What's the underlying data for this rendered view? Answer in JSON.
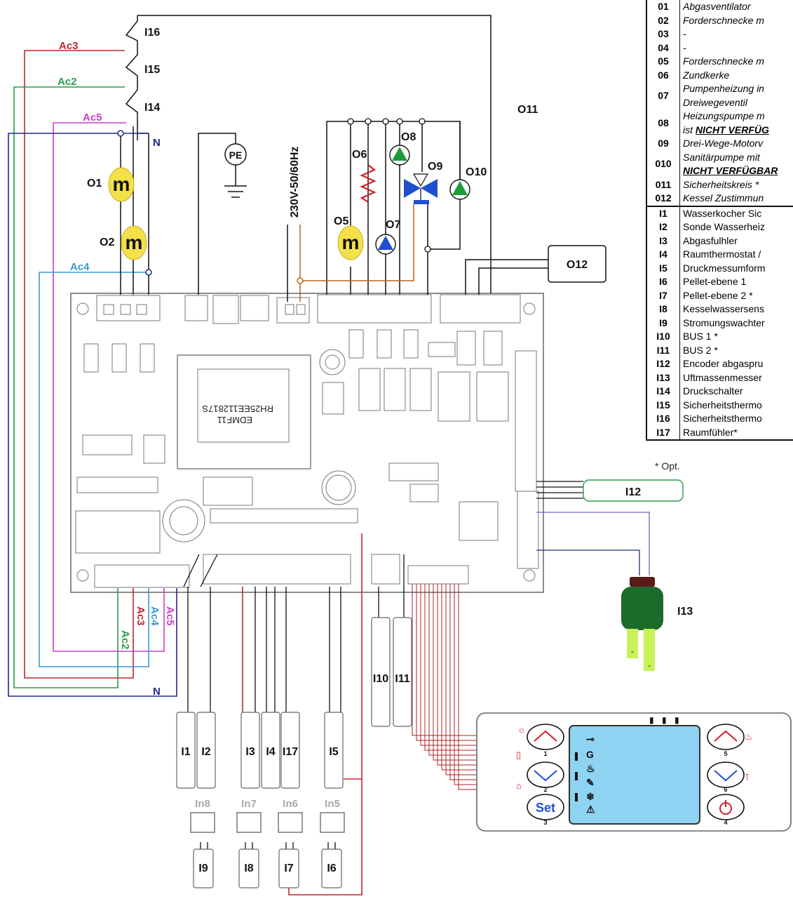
{
  "diagram": {
    "supply_label": "230V-50/60Hz",
    "pe_label": "PE",
    "neutral_top": "N",
    "neutral_bottom": "N",
    "motor_symbol": "m",
    "display_set_button": "Set",
    "display_button_numbers": [
      "1",
      "2",
      "3",
      "4",
      "5",
      "6"
    ],
    "outputs": [
      "O1",
      "O2",
      "O5",
      "O6",
      "O7",
      "O8",
      "O9",
      "O10",
      "O11",
      "O12"
    ],
    "top_inputs": [
      "I16",
      "I15",
      "I14"
    ],
    "signals_top": [
      "Ac3",
      "Ac2",
      "Ac5",
      "Ac4"
    ],
    "signals_bottom": [
      "Ac2",
      "Ac3",
      "Ac4",
      "Ac5"
    ],
    "sensors_bottom": [
      "I1",
      "I2",
      "I3",
      "I4",
      "I17",
      "I5",
      "I10",
      "I11"
    ],
    "sensors_in": [
      "In8",
      "In7",
      "In6",
      "In5"
    ],
    "sensors_inputs": [
      "I9",
      "I8",
      "I7",
      "I6"
    ],
    "encoder": "I12",
    "air_mass": "I13",
    "pcb_chip_text": "RH25EE112817S",
    "pcb_chip_text2": "EDMF11"
  },
  "legend": {
    "outputs": [
      {
        "key": "01",
        "value": "Abgasventilator"
      },
      {
        "key": "02",
        "value": "Forderschnecke m"
      },
      {
        "key": "03",
        "value": "-"
      },
      {
        "key": "04",
        "value": "-"
      },
      {
        "key": "05",
        "value": "Forderschnecke m"
      },
      {
        "key": "06",
        "value": "Zundkerke"
      },
      {
        "key": "07",
        "value": "Pumpenheizung in",
        "value2": "Dreiwegeventil"
      },
      {
        "key": "08",
        "value": "Heizungspumpe m",
        "value2": "ist ",
        "value2_ul": "NICHT VERFÜG"
      },
      {
        "key": "09",
        "value": "Drei-Wege-Motorv"
      },
      {
        "key": "010",
        "value": "Sanitärpumpe mit",
        "value2_ul": "NICHT VERFÜGBAR"
      },
      {
        "key": "011",
        "value": "Sicherheitskreis *"
      },
      {
        "key": "012",
        "value": "Kessel Zustimmun"
      }
    ],
    "inputs": [
      {
        "key": "I1",
        "value": "Wasserkocher Sic"
      },
      {
        "key": "I2",
        "value": "Sonde Wasserheiz"
      },
      {
        "key": "I3",
        "value": "Abgasfulhler"
      },
      {
        "key": "I4",
        "value": "Raumthermostat /"
      },
      {
        "key": "I5",
        "value": "Druckmessumform"
      },
      {
        "key": "I6",
        "value": "Pellet-ebene 1"
      },
      {
        "key": "I7",
        "value": "Pellet-ebene 2 *"
      },
      {
        "key": "I8",
        "value": "Kesselwassersens"
      },
      {
        "key": "I9",
        "value": "Stromungswachter"
      },
      {
        "key": "I10",
        "value": "BUS 1 *"
      },
      {
        "key": "I11",
        "value": "BUS 2 *"
      },
      {
        "key": "I12",
        "value": "Encoder abgaspru"
      },
      {
        "key": "I13",
        "value": "Uftmassenmesser"
      },
      {
        "key": "I14",
        "value": "Druckschalter"
      },
      {
        "key": "I15",
        "value": "Sicherheitsthermo"
      },
      {
        "key": "I16",
        "value": "Sicherheitsthermo"
      },
      {
        "key": "I17",
        "value": "Raumfühler*"
      }
    ],
    "footnote": "* Opt."
  },
  "colors": {
    "ac3": "#c0272d",
    "ac2": "#2e9a4a",
    "ac5": "#c93fc9",
    "ac4": "#3a9ad0",
    "neutral": "#1f2a8a",
    "brown": "#b5651d",
    "motor": "#f4e04a",
    "pump_green": "#1e9b3c",
    "pump_blue": "#1f4fd0",
    "display": "#8fd3f2",
    "pcb_line": "#888888"
  }
}
